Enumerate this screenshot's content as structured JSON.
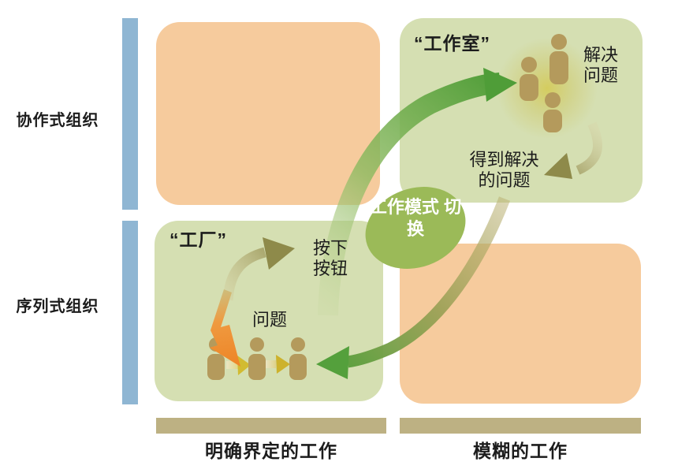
{
  "colors": {
    "quadrant_orange": "#f6cb9d",
    "quadrant_green": "#d5dfb2",
    "axis_blue": "#8fb6d3",
    "axis_tan": "#bdb183",
    "badge_green": "#9bba58",
    "arrow_green": "#4f9d38",
    "arrow_olive": "#8e8a4a",
    "person_tan": "#b49a5c",
    "lightning_orange": "#ef9a40",
    "text_dark": "#1c1c1c"
  },
  "diagram": {
    "y_axis": {
      "top": "协作式组织",
      "bottom": "序列式组织"
    },
    "x_axis": {
      "left": "明确界定的工作",
      "right": "模糊的工作"
    },
    "badge": {
      "line1": "工作模式",
      "line2": "切换"
    },
    "studio": {
      "title": "“工作室”",
      "solve_note": {
        "line1": "解决",
        "line2": "问题"
      },
      "solved_note": {
        "line1": "得到解决",
        "line2": "的问题"
      }
    },
    "factory": {
      "title": "“工厂”",
      "press_note": {
        "line1": "按下",
        "line2": "按钮"
      },
      "problem_note": "问题"
    }
  }
}
